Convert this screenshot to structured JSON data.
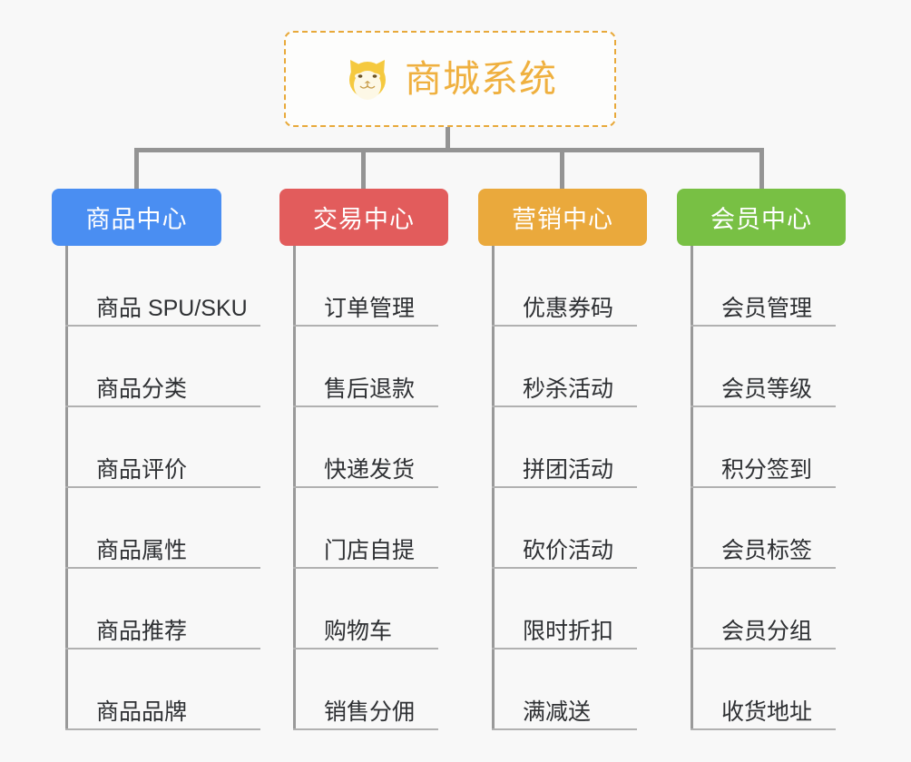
{
  "page": {
    "background_color": "#f8f8f8",
    "title": "商城系统 功能架构图"
  },
  "root": {
    "label": "商城系统",
    "icon": "shiba-dog-face-icon",
    "text_color": "#efb03f",
    "border_color": "#e8a93a",
    "border_style": "dashed"
  },
  "branches": [
    {
      "label": "商品中心",
      "color": "#4a8ef2",
      "items": [
        "商品 SPU/SKU",
        "商品分类",
        "商品评价",
        "商品属性",
        "商品推荐",
        "商品品牌"
      ]
    },
    {
      "label": "交易中心",
      "color": "#e25c5c",
      "items": [
        "订单管理",
        "售后退款",
        "快递发货",
        "门店自提",
        "购物车",
        "销售分佣"
      ]
    },
    {
      "label": "营销中心",
      "color": "#eaa93c",
      "items": [
        "优惠券码",
        "秒杀活动",
        "拼团活动",
        "砍价活动",
        "限时折扣",
        "满减送"
      ]
    },
    {
      "label": "会员中心",
      "color": "#78c044",
      "items": [
        "会员管理",
        "会员等级",
        "积分签到",
        "会员标签",
        "会员分组",
        "收货地址"
      ]
    }
  ],
  "connector": {
    "color": "#949494",
    "rail_color": "#999999",
    "underline_color": "#b1b1b1"
  }
}
